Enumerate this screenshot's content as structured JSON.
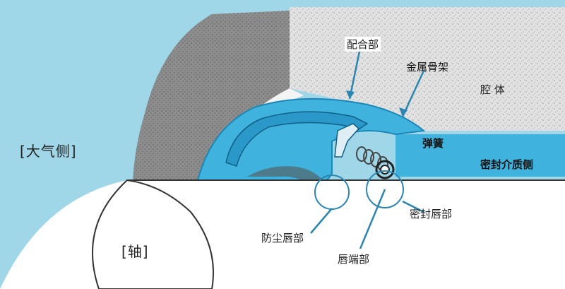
{
  "labels": {
    "atmosphere_side": "[大气侧]",
    "shaft": "[轴]",
    "fitting_part": "配合部",
    "metal_frame": "金属骨架",
    "housing": "腔  体",
    "spring": "弹簧",
    "sealed_medium_side": "密封介质侧",
    "seal_lip": "密封唇部",
    "dust_lip": "防尘唇部",
    "lip_end": "唇端部"
  },
  "colors": {
    "background": "#9fd6e8",
    "housing_fill": "#d9d9d9",
    "housing_dark_edge": "#7b7b7b",
    "seal_blue": "#3fb3dd",
    "seal_dark_blue": "#1b87b8",
    "shaft_fill": "#ffffff",
    "leader_line": "#2a86b0"
  }
}
